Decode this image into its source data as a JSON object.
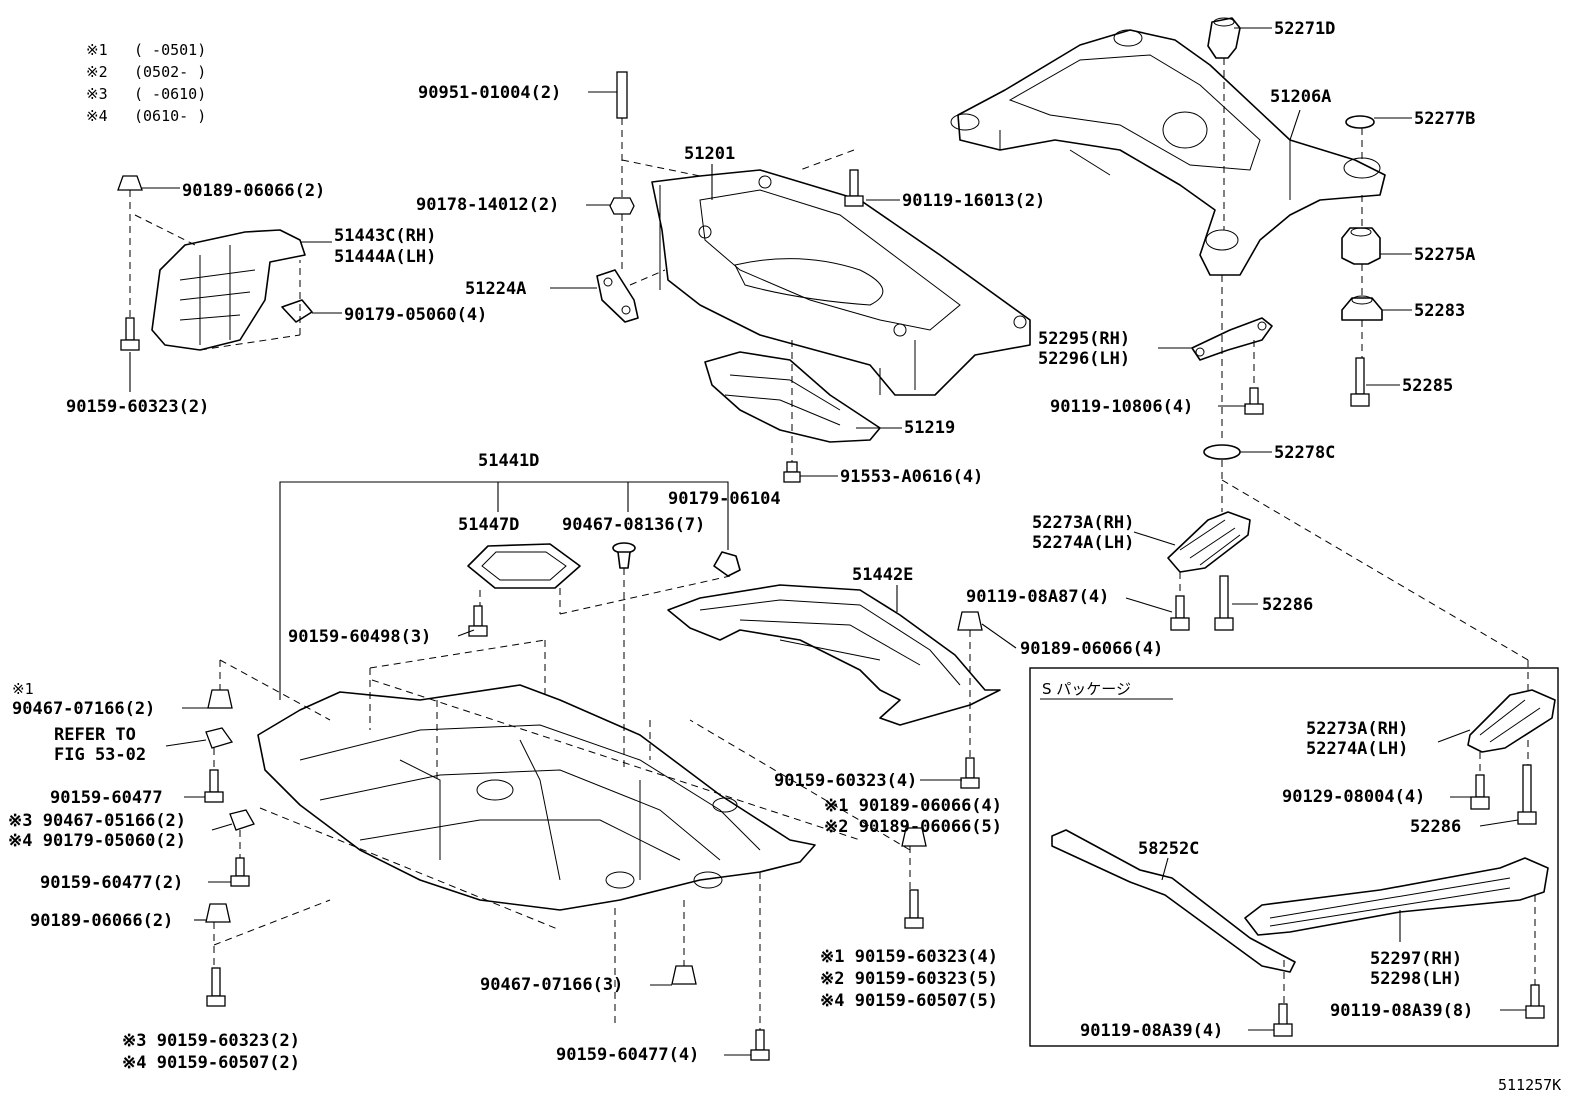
{
  "notes": [
    {
      "mark": "※1",
      "range": "(     -0501)"
    },
    {
      "mark": "※2",
      "range": "(0502-     )"
    },
    {
      "mark": "※3",
      "range": "(     -0610)"
    },
    {
      "mark": "※4",
      "range": "(0610-     )"
    }
  ],
  "labels": {
    "p90951_01004": "90951-01004(2)",
    "p51201": "51201",
    "p90189_06066_a": "90189-06066(2)",
    "p90178_14012": "90178-14012(2)",
    "p90119_16013": "90119-16013(2)",
    "p51443C": "51443C(RH)",
    "p51444A": "51444A(LH)",
    "p51224A": "51224A",
    "p90179_05060_a": "90179-05060(4)",
    "p90159_60323_a": "90159-60323(2)",
    "p51219": "51219",
    "p91553_A0616": "91553-A0616(4)",
    "p51441D": "51441D",
    "p51447D": "51447D",
    "p90467_08136": "90467-08136(7)",
    "p90179_06104": "90179-06104",
    "p90159_60498": "90159-60498(3)",
    "p51442E": "51442E",
    "p90119_08A87": "90119-08A87(4)",
    "p90189_06066_b": "90189-06066(4)",
    "p52271D": "52271D",
    "p51206A": "51206A",
    "p52277B": "52277B",
    "p52275A": "52275A",
    "p52283": "52283",
    "p52295": "52295(RH)",
    "p52296": "52296(LH)",
    "p52285": "52285",
    "p90119_10806": "90119-10806(4)",
    "p52278C": "52278C",
    "p52273A_a": "52273A(RH)",
    "p52274A_a": "52274A(LH)",
    "p52286_a": "52286",
    "spkg_title": "S パッケージ",
    "p52273A_b": "52273A(RH)",
    "p52274A_b": "52274A(LH)",
    "p90129_08004": "90129-08004(4)",
    "p52286_b": "52286",
    "p58252C": "58252C",
    "p52297": "52297(RH)",
    "p52298": "52298(LH)",
    "p90119_08A39_a": "90119-08A39(8)",
    "p90119_08A39_b": "90119-08A39(4)",
    "l_mark1": "※1",
    "p90467_07166_a": "90467-07166(2)",
    "refer_1": "REFER TO",
    "refer_2": "FIG 53-02",
    "p90159_60477_a": "90159-60477",
    "p90467_05166": "※3 90467-05166(2)",
    "p90179_05060_b": "※4 90179-05060(2)",
    "p90159_60477_b": "90159-60477(2)",
    "p90189_06066_c": "90189-06066(2)",
    "p90159_60323_b": "90159-60323(4)",
    "p90189_06066_d": "※1 90189-06066(4)",
    "p90189_06066_e": "※2 90189-06066(5)",
    "p90159_60323_c": "※1 90159-60323(4)",
    "p90159_60323_d": "※2 90159-60323(5)",
    "p90159_60507_a": "※4 90159-60507(5)",
    "p90467_07166_b": "90467-07166(3)",
    "p90159_60477_c": "90159-60477(4)",
    "p90159_60323_e": "※3 90159-60323(2)",
    "p90159_60507_b": "※4 90159-60507(2)",
    "figure_code": "511257K"
  }
}
